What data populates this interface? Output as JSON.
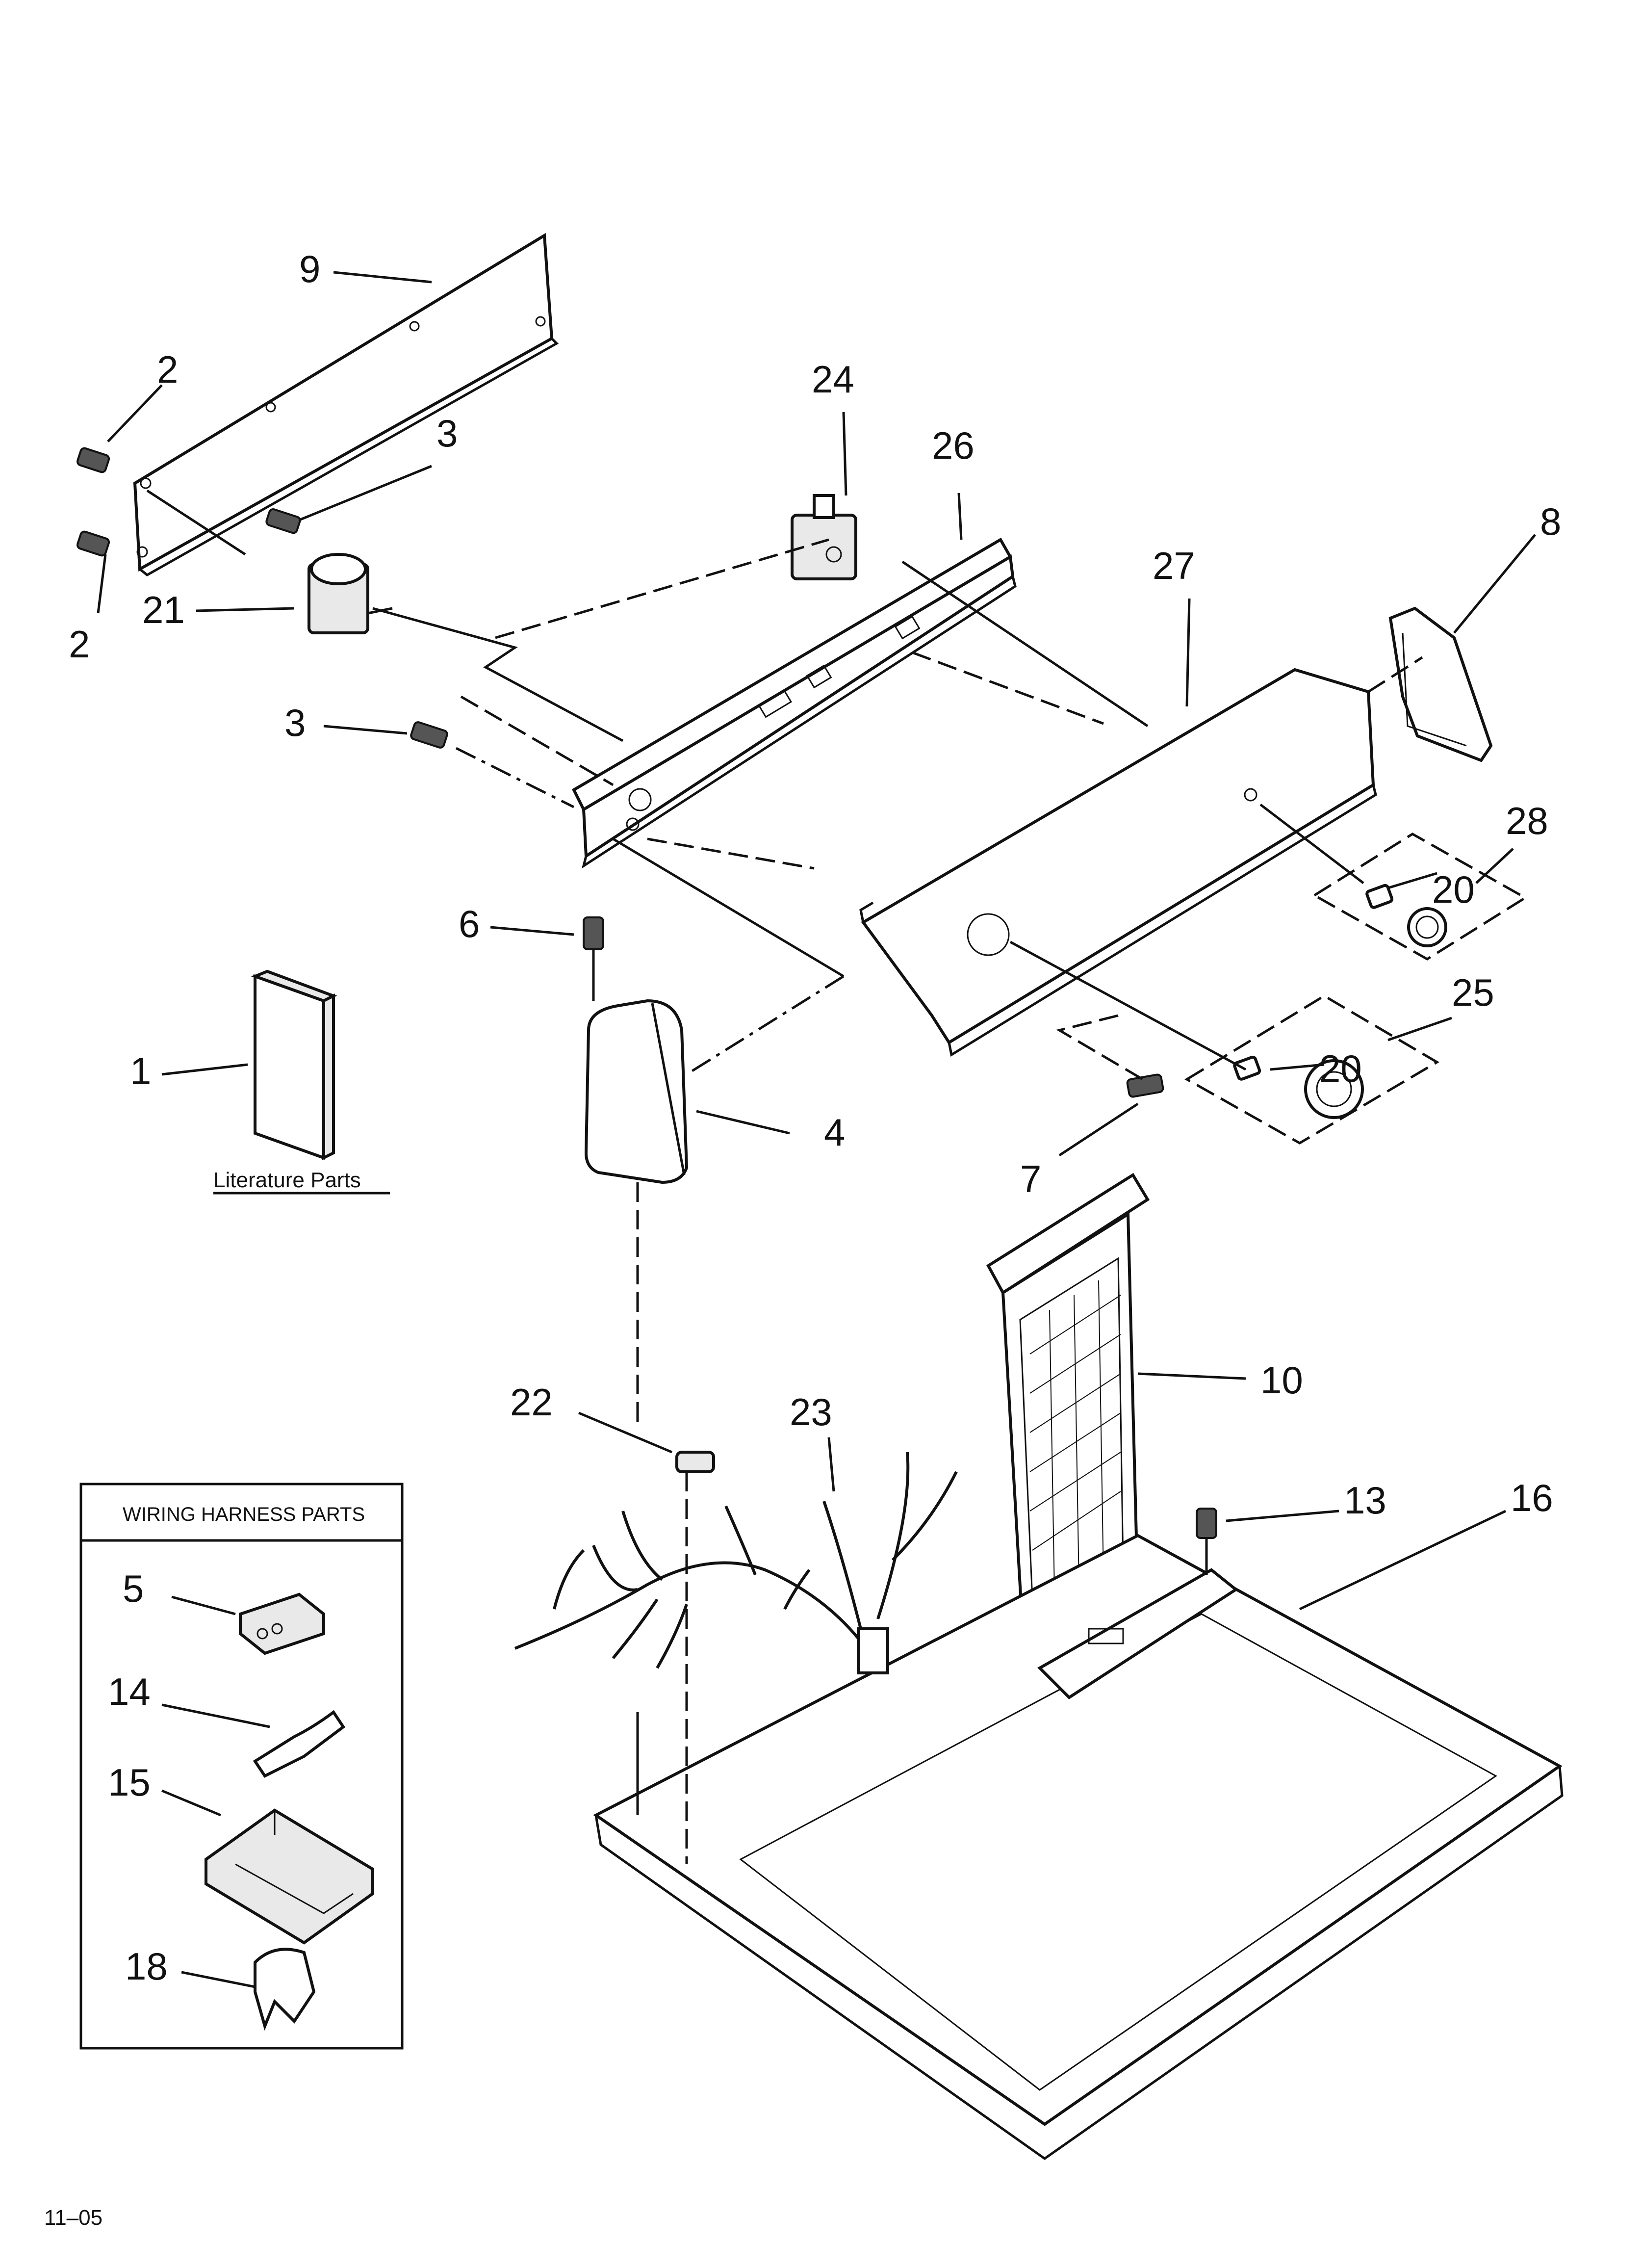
{
  "title": "Dryer Top and Console Parts Diagram",
  "callouts": {
    "c1": "1",
    "c2a": "2",
    "c2b": "2",
    "c3a": "3",
    "c3b": "3",
    "c4": "4",
    "c5": "5",
    "c6": "6",
    "c7": "7",
    "c8": "8",
    "c9": "9",
    "c10": "10",
    "c13": "13",
    "c14": "14",
    "c15": "15",
    "c16": "16",
    "c18": "18",
    "c20a": "20",
    "c20b": "20",
    "c21": "21",
    "c22": "22",
    "c23": "23",
    "c24": "24",
    "c25": "25",
    "c26": "26",
    "c27": "27",
    "c28": "28"
  },
  "literature_label": "Literature Parts",
  "harness_box_title": "WIRING HARNESS PARTS",
  "footer_code": "11–05"
}
